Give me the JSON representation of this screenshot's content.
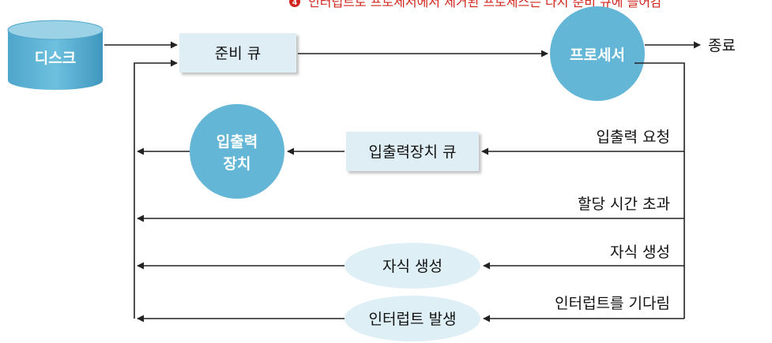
{
  "note": {
    "marker": "4",
    "text": "인터럽트로 프로세서에서 제거된 프로세스는 다시 준비 큐에 들어감"
  },
  "nodes": {
    "disk": "디스크",
    "ready_queue": "준비 큐",
    "processor": "프로세서",
    "io_device_line1": "입출력",
    "io_device_line2": "장치",
    "io_queue": "입출력장치 큐",
    "fork_child": "자식 생성",
    "interrupt_occurs": "인터럽트 발생"
  },
  "edges": {
    "exit": "종료",
    "io_request": "입출력 요청",
    "time_slice_expired": "할당 시간 초과",
    "fork": "자식 생성",
    "wait_interrupt": "인터럽트를 기다림"
  },
  "colors": {
    "disk": "#63b6d6",
    "circle": "#63b6d6",
    "queue_box": "#dfeef5",
    "ellipse": "#deeff6",
    "note": "#d0261d"
  }
}
